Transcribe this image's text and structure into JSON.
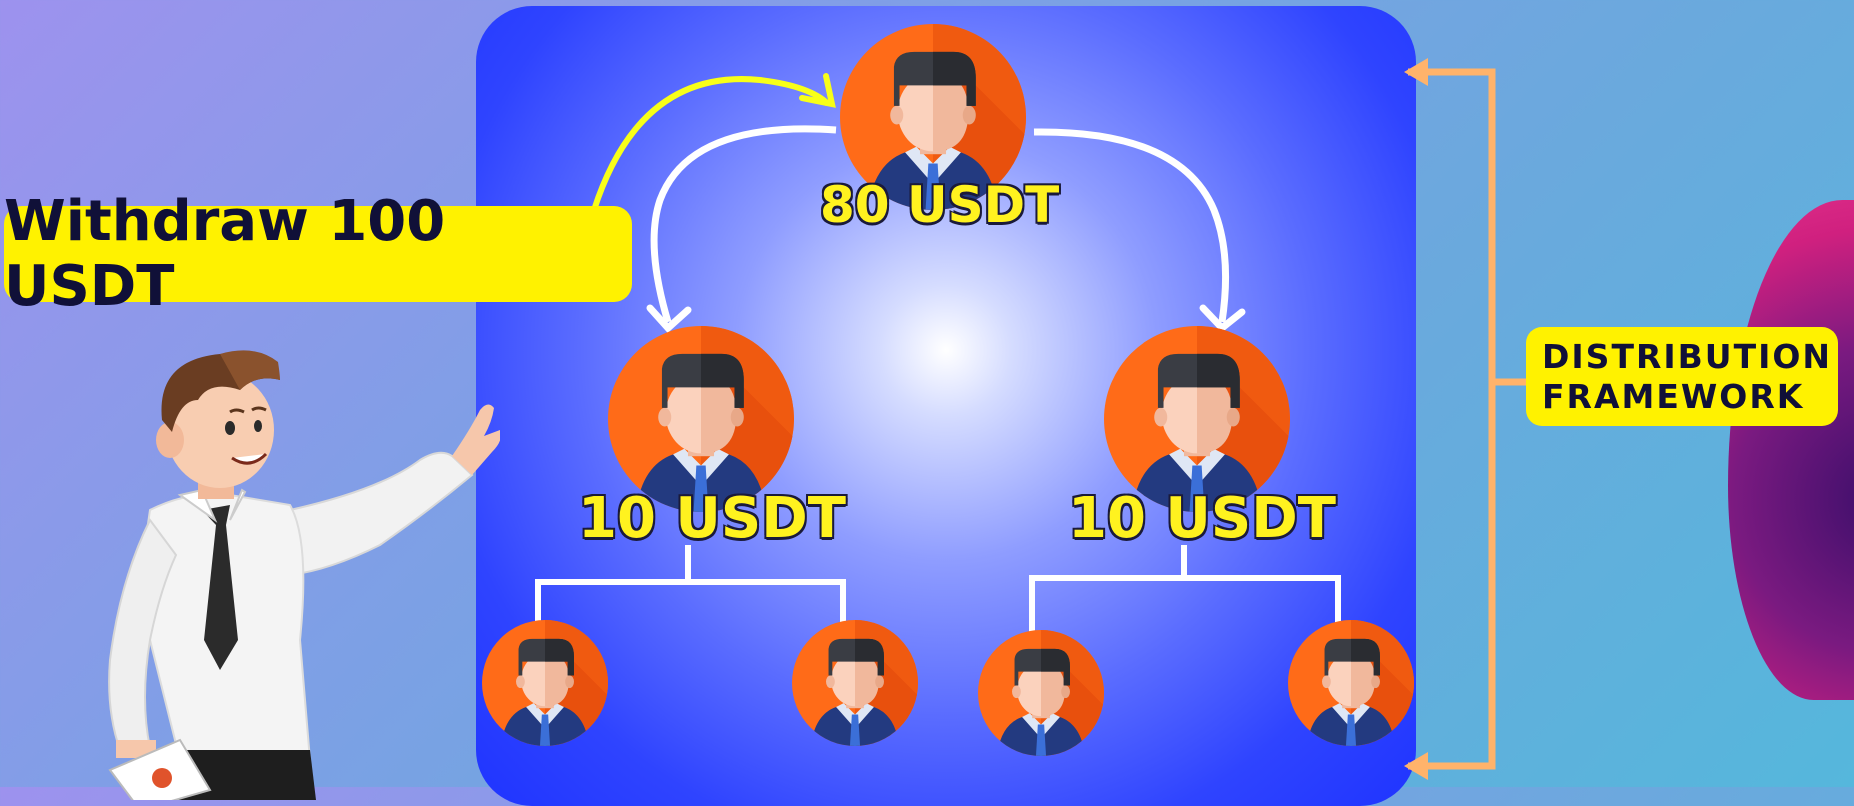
{
  "labels": {
    "withdraw": "Withdraw 100 USDT",
    "distribution_line1": "DISTRIBUTION",
    "distribution_line2": "FRAMEWORK"
  },
  "tree": {
    "top": {
      "amount": "80 USDT"
    },
    "left": {
      "amount": "10 USDT"
    },
    "right": {
      "amount": "10 USDT"
    }
  },
  "colors": {
    "highlight": "#fff200",
    "text_dark": "#101038",
    "avatar_orange": "#ff6a1a",
    "connector": "#ffffff",
    "curved_arrow": "#f8ff18",
    "bracket": "#ffb36b"
  }
}
